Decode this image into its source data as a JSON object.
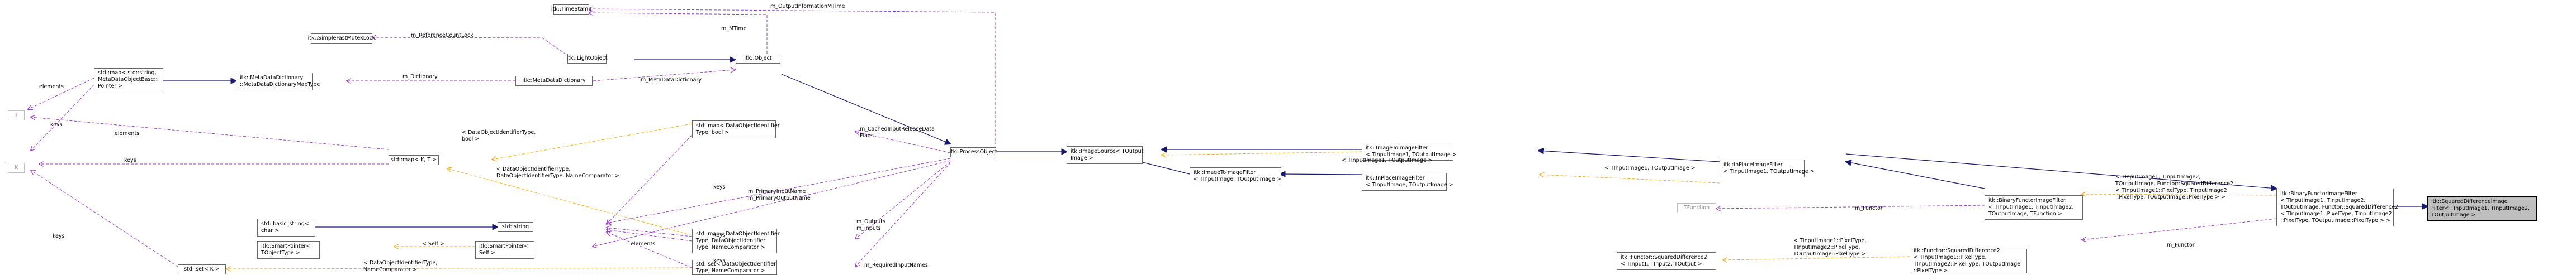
{
  "nodes": {
    "timestamp": [
      "itk::TimeStamp"
    ],
    "simplefastmutexlock": [
      "itk::SimpleFastMutexLock"
    ],
    "lightobject": [
      "itk::LightObject"
    ],
    "object": [
      "itk::Object"
    ],
    "metadatadictionary": [
      "itk::MetaDataDictionary"
    ],
    "std_map_metadata": [
      "std::map< std::string,",
      "MetaDataObjectBase::",
      "Pointer >"
    ],
    "itk_metadatadictionary_maptype": [
      "itk::MetaDataDictionary",
      "::MetaDataDictionaryMapType"
    ],
    "T": [
      "T"
    ],
    "K": [
      "K"
    ],
    "std_map_KT": [
      "std::map< K, T >"
    ],
    "std_map_dataobj_bool": [
      "std::map< DataObjectIdentifier",
      "Type, bool >"
    ],
    "processobject": [
      "itk::ProcessObject"
    ],
    "imagesource": [
      "itk::ImageSource< TOutput",
      "Image >"
    ],
    "imagetoimagefilter_top": [
      "itk::ImageToImageFilter",
      "< TInputImage1, TOutputImage >"
    ],
    "inplaceimagefilter_1": [
      "itk::InPlaceImageFilter",
      "< TInputImage1, TOutputImage >"
    ],
    "imagetoimagefilter_mid": [
      "itk::ImageToImageFilter",
      "< TInputImage, TOutputImage >"
    ],
    "inplaceimagefilter_mid": [
      "itk::InPlaceImageFilter",
      "< TInputImage, TOutputImage >"
    ],
    "std_string": [
      "std::string"
    ],
    "std_basic_string": [
      "std::basic_string<",
      "char >"
    ],
    "smartpointer_self": [
      "itk::SmartPointer<",
      "Self >"
    ],
    "smartpointer_tobject": [
      "itk::SmartPointer<",
      "TObjectType >"
    ],
    "std_map_dataobj_name": [
      "std::map< DataObjectIdentifier",
      "Type, DataObjectIdentifier",
      "Type, NameComparator >"
    ],
    "std_set_K": [
      "std::set< K >"
    ],
    "std_set_dataobj": [
      "std::set< DataObjectIdentifier",
      "Type, NameComparator >"
    ],
    "binaryfunctorimagefilter_base": [
      "itk::BinaryFunctorImageFilter",
      "< TInputImage1, TInputImage2,",
      "TOutputImage, TFunction >"
    ],
    "tfunction": [
      "TFunction"
    ],
    "functor_sqdiff_tpl": [
      "itk::Functor::SquaredDifference2",
      "< TInput1, TInput2, TOutput >"
    ],
    "functor_sqdiff_inst": [
      "itk::Functor::SquaredDifference2",
      "< TInputImage1::PixelType,",
      "TInputImage2::PixelType, TOutputImage",
      "::PixelType >"
    ],
    "binaryfunctorimagefilter_inst": [
      "itk::BinaryFunctorImageFilter",
      "< TInputImage1, TInputImage2,",
      "TOutputImage, Functor::SquaredDifference2",
      "< TInputImage1::PixelType, TInputImage2",
      "::PixelType, TOutputImage::PixelType > >"
    ],
    "squareddifferenceimagefilter": [
      "itk::SquaredDifferenceImage",
      "Filter< TInputImage1, TInputImage2,",
      "TOutputImage >"
    ]
  },
  "edge_labels": {
    "m_OutputInformationMTime": [
      "m_OutputInformationMTime"
    ],
    "m_MTime": [
      "m_MTime"
    ],
    "m_ReferenceCountLock": [
      "m_ReferenceCountLock"
    ],
    "m_Dictionary": [
      "m_Dictionary"
    ],
    "m_MetaDataDictionary": [
      "m_MetaDataDictionary"
    ],
    "elements_1": [
      "elements"
    ],
    "keys_1": [
      "keys"
    ],
    "elements_2": [
      "elements"
    ],
    "keys_2": [
      "keys"
    ],
    "dataobj_bool": [
      "< DataObjectIdentifierType,",
      "bool >"
    ],
    "dataobj_name": [
      "< DataObjectIdentifierType,",
      "DataObjectIdentifierType, NameComparator >"
    ],
    "m_CachedInputReleaseDataFlags": [
      "m_CachedInputReleaseData",
      "Flags"
    ],
    "keys_3": [
      "keys"
    ],
    "m_PrimaryInputName": [
      "m_PrimaryInputName",
      "m_PrimaryOutputName"
    ],
    "tin1_tout_a": [
      "< TInputImage1, TOutputImage >"
    ],
    "tin1_tout_b": [
      "< TInputImage1, TOutputImage >"
    ],
    "self": [
      "< Self >"
    ],
    "m_Outputs": [
      "m_Outputs",
      "m_Inputs"
    ],
    "elements_3": [
      "elements"
    ],
    "keys_4": [
      "keys"
    ],
    "keys_5": [
      "keys"
    ],
    "dataobj_namecomp": [
      "< DataObjectIdentifierType,",
      "NameComparator >"
    ],
    "m_RequiredInputNames": [
      "m_RequiredInputNames"
    ],
    "keys_6": [
      "keys"
    ],
    "m_Functor_1": [
      "m_Functor"
    ],
    "m_Functor_2": [
      "m_Functor"
    ],
    "tin_functor": [
      "< TInputImage1, TInputImage2,",
      "TOutputImage, Functor::SquaredDifference2",
      "< TInputImage1::PixelType, TInputImage2",
      "::PixelType, TOutputImage::PixelType > >"
    ],
    "pixeltype_args": [
      "< TInputImage1::PixelType,",
      "TInputImage2::PixelType,",
      "TOutputImage::PixelType >"
    ]
  },
  "colors": {
    "inheritance": "#191970",
    "usage": "#9a32cd",
    "template": "#ffa500",
    "node_border": "#666666",
    "external_border": "#bfbfbf",
    "highlight_fill": "#bfbfbf"
  }
}
